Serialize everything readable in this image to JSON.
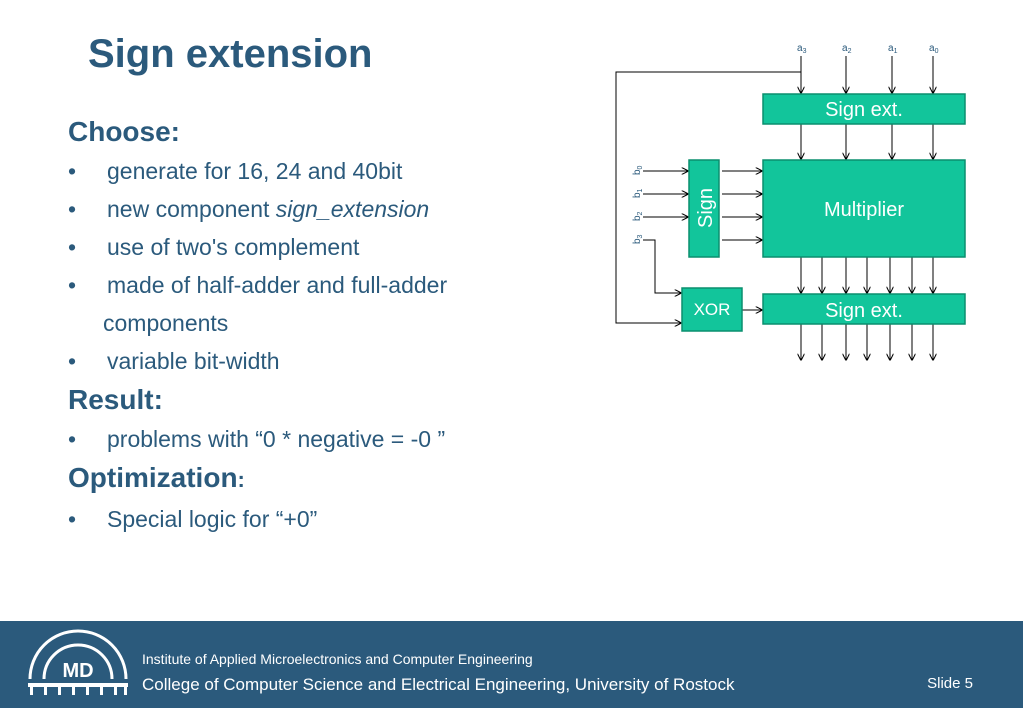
{
  "title": "Sign extension",
  "sections": {
    "choose": {
      "heading": "Choose:",
      "items": {
        "i1": "generate for 16, 24 and 40bit",
        "i2_prefix": "new component ",
        "i2_italic": "sign_extension",
        "i3": "use of two's complement",
        "i4_line1": "made of half-adder and full-adder",
        "i4_line2": "components",
        "i5": "variable bit-width"
      }
    },
    "result": {
      "heading": "Result:",
      "items": {
        "i1": "problems with “0 * negative = -0 ”"
      }
    },
    "optimization": {
      "heading": "Optimization",
      "heading_suffix": ":",
      "items": {
        "i1": "Special logic for “+0”"
      }
    }
  },
  "bullet_char": "•",
  "diagram": {
    "colors": {
      "block_fill": "#12c59b",
      "block_border": "#0a8f6e",
      "block_text": "#ffffff",
      "wire": "#000000",
      "label": "#2b5a7c"
    },
    "blocks": {
      "sign_ext_top": "Sign ext.",
      "multiplier": "Multiplier",
      "sign": "Sign",
      "xor": "XOR",
      "sign_ext_bottom": "Sign ext."
    },
    "input_labels_a": [
      {
        "base": "a",
        "sub": "3"
      },
      {
        "base": "a",
        "sub": "2"
      },
      {
        "base": "a",
        "sub": "1"
      },
      {
        "base": "a",
        "sub": "0"
      }
    ],
    "input_labels_b": [
      {
        "base": "b",
        "sub": "0"
      },
      {
        "base": "b",
        "sub": "1"
      },
      {
        "base": "b",
        "sub": "2"
      },
      {
        "base": "b",
        "sub": "3"
      }
    ]
  },
  "footer": {
    "logo_text": "MD",
    "institute": "Institute of Applied Microelectronics and Computer Engineering",
    "college": "College of Computer Science and Electrical Engineering, University of Rostock",
    "slide": "Slide 5",
    "background": "#2b5a7c"
  }
}
